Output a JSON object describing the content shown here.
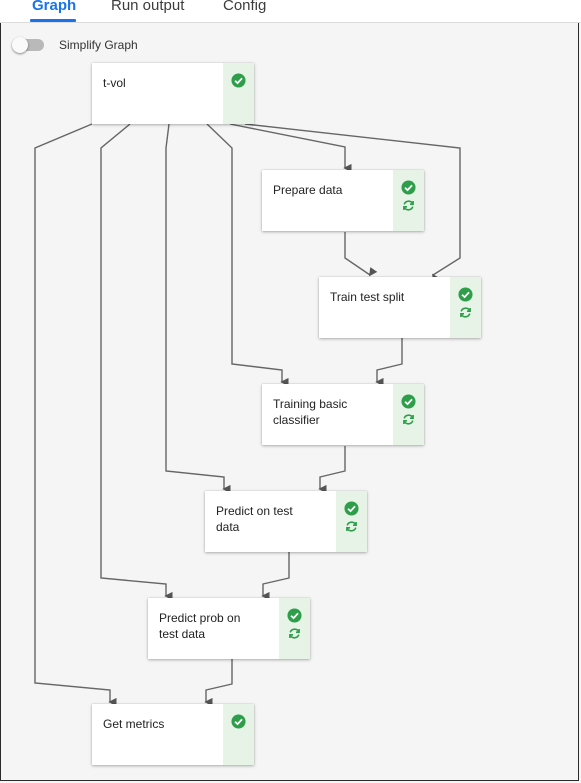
{
  "tabs": [
    {
      "label": "Graph",
      "active": true
    },
    {
      "label": "Run output",
      "active": false
    },
    {
      "label": "Config",
      "active": false
    }
  ],
  "simplify_graph": {
    "label": "Simplify Graph",
    "on": false
  },
  "colors": {
    "accent": "#1a73e8",
    "success": "#2e9e4a",
    "status_bg": "#e6f3e6",
    "edge": "#555555"
  },
  "nodes": [
    {
      "id": "t-vol",
      "title": "t-vol",
      "status_icon": "check-circle-icon",
      "cached": false
    },
    {
      "id": "prepare-data",
      "title": "Prepare data",
      "status_icon": "check-circle-icon",
      "cached": true
    },
    {
      "id": "train-test-split",
      "title": "Train test split",
      "status_icon": "check-circle-icon",
      "cached": true
    },
    {
      "id": "training-basic-classifier",
      "title": "Training basic\nclassifier",
      "status_icon": "check-circle-icon",
      "cached": true
    },
    {
      "id": "predict-on-test-data",
      "title": "Predict on test\ndata",
      "status_icon": "check-circle-icon",
      "cached": true
    },
    {
      "id": "predict-prob-on-test-data",
      "title": "Predict prob on\ntest data",
      "status_icon": "check-circle-icon",
      "cached": true
    },
    {
      "id": "get-metrics",
      "title": "Get metrics",
      "status_icon": "check-circle-icon",
      "cached": false
    }
  ]
}
